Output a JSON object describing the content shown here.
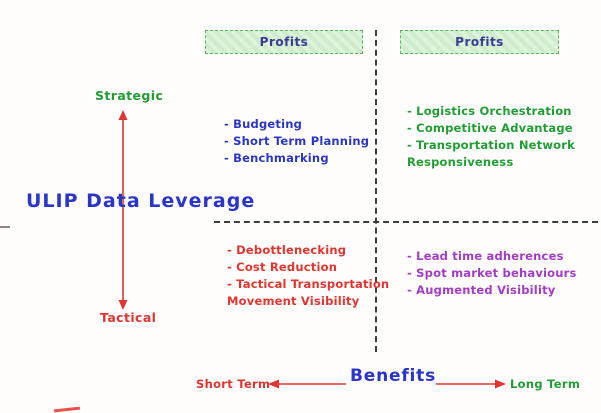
{
  "headers": {
    "left": "Profits",
    "right": "Profits"
  },
  "vertical_axis": {
    "title": "ULIP Data Leverage",
    "top_label": "Strategic",
    "bottom_label": "Tactical"
  },
  "horizontal_axis": {
    "title": "Benefits",
    "left_label": "Short Term",
    "right_label": "Long Term"
  },
  "quadrants": {
    "top_left": {
      "items": [
        "- Budgeting",
        "- Short Term Planning",
        "- Benchmarking"
      ]
    },
    "top_right": {
      "items": [
        "- Logistics Orchestration",
        "- Competitive Advantage",
        "- Transportation Network Responsiveness"
      ]
    },
    "bottom_left": {
      "items": [
        "- Debottlenecking",
        "- Cost Reduction",
        "- Tactical Transportation Movement Visibility"
      ]
    },
    "bottom_right": {
      "items": [
        "- Lead time adherences",
        "- Spot market behaviours",
        "- Augmented Visibility"
      ]
    }
  },
  "colors": {
    "blue": "#2a35c9",
    "green": "#1f9e33",
    "red": "#e3342f",
    "purple": "#a43bc7",
    "profits_bg": "#d8f0d6",
    "profits_border": "#5cb860",
    "profits_text": "#3a3a96",
    "dash_line": "#3d3d3d"
  }
}
